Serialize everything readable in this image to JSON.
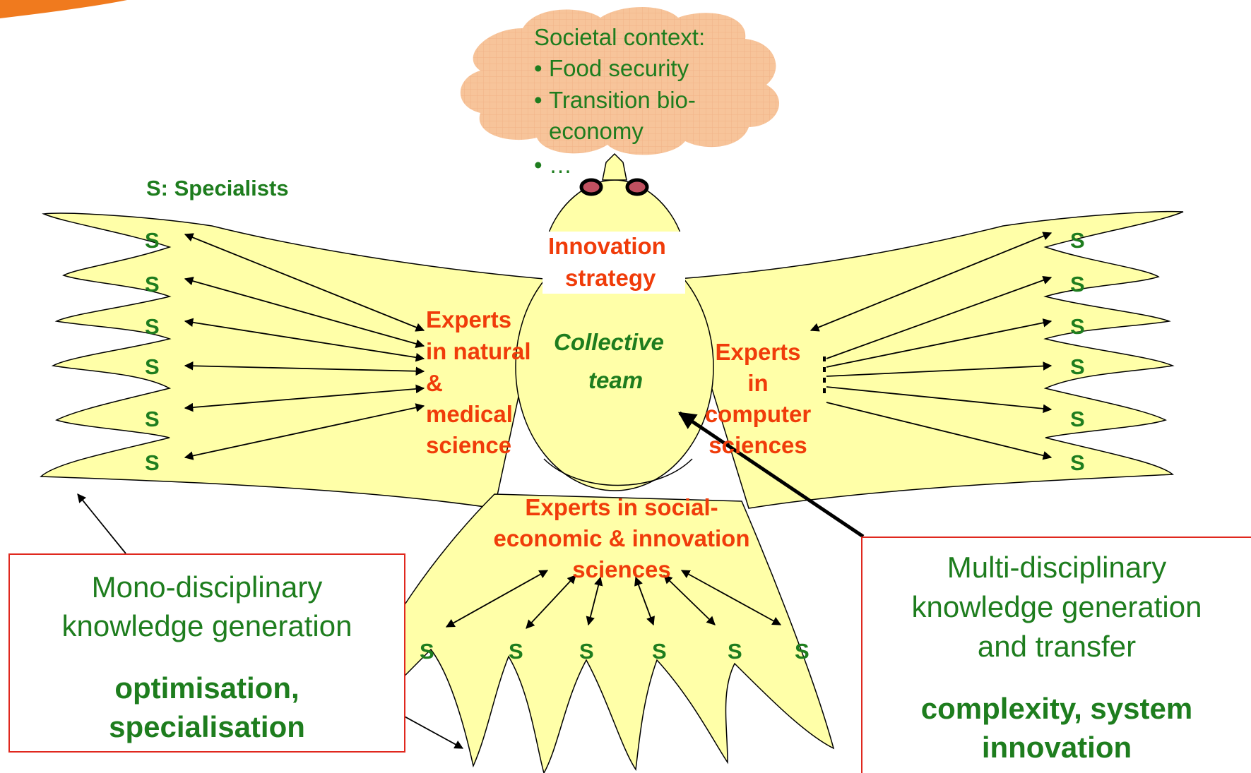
{
  "colors": {
    "body_fill": "#ffffa8",
    "cloud_fill": "#f7c49a",
    "specialist_green": "#1e7d1e",
    "expert_red": "#f03c0a",
    "box_border": "#e0281e",
    "banner_orange": "#f07a1e"
  },
  "societal_context": {
    "title": "Societal context:",
    "items": [
      "Food security",
      "Transition bio-",
      "economy",
      "…"
    ]
  },
  "legend": "S: Specialists",
  "specialist_label": "S",
  "head": {
    "innovation_strategy_line1": "Innovation",
    "innovation_strategy_line2": "strategy"
  },
  "experts_natural": [
    "Experts",
    "in natural",
    "&",
    "medical",
    "science"
  ],
  "collective_team": [
    "Collective",
    "team"
  ],
  "experts_computer": [
    "Experts",
    "in",
    "computer",
    "sciences"
  ],
  "experts_social": [
    "Experts in social-",
    "economic & innovation",
    "sciences"
  ],
  "mono_box": {
    "line1": "Mono-disciplinary",
    "line2": "knowledge generation",
    "bold1": "optimisation,",
    "bold2": "specialisation"
  },
  "multi_box": {
    "line1": "Multi-disciplinary",
    "line2": "knowledge generation",
    "line3": "and transfer",
    "bold1": "complexity, system",
    "bold2": "innovation"
  }
}
